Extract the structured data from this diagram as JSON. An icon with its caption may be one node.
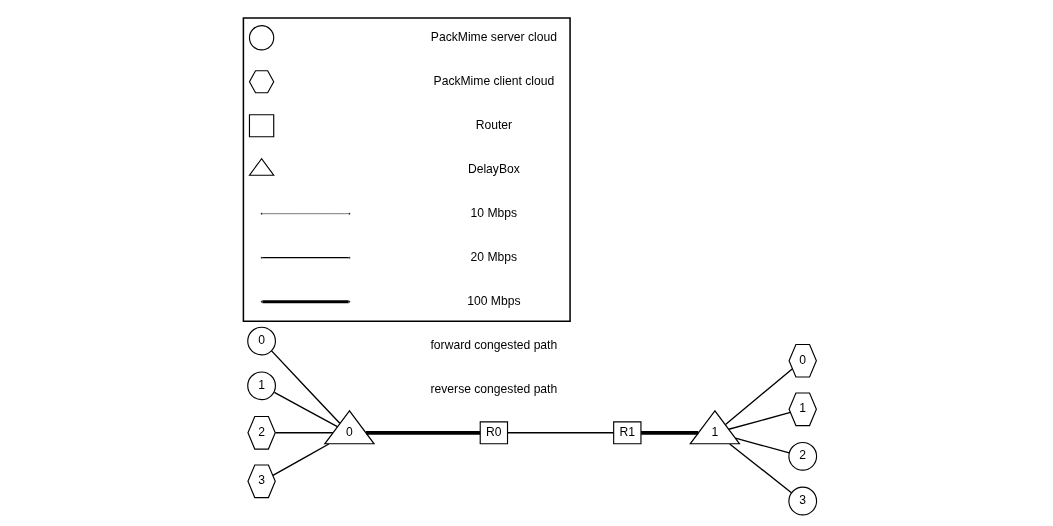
{
  "diagram": {
    "nodes": [
      {
        "text": [
          "0"
        ]
      },
      {
        "text": [
          "1"
        ]
      },
      {
        "text": [
          "2"
        ]
      },
      {
        "text": [
          "3"
        ]
      },
      {
        "text": [
          "0"
        ]
      },
      {
        "text": [
          "R0"
        ]
      },
      {
        "text": [
          "R1"
        ]
      },
      {
        "text": [
          "1"
        ]
      },
      {
        "text": [
          "0"
        ]
      },
      {
        "text": [
          "1"
        ]
      },
      {
        "text": [
          "2"
        ]
      },
      {
        "text": [
          "3"
        ]
      },
      {
        "text": [],
        "shape": "box"
      },
      {
        "text": [],
        "shape": "circle",
        "in": 12
      },
      {
        "text": [],
        "shape": "hexagon",
        "in": 12
      },
      {
        "text": [],
        "shape": "box",
        "in": 12
      },
      {
        "text": [],
        "shape": "triangle",
        "in": 12
      }
    ],
    "edges": [
      {
        "from": 0,
        "to": 4,
        "arrow": "none"
      },
      {
        "from": 1,
        "to": 4,
        "arrow": "none"
      },
      {
        "from": 2,
        "to": 4,
        "arrow": "none"
      },
      {
        "from": 3,
        "to": 4,
        "arrow": "none"
      },
      {
        "from": 4,
        "to": 5,
        "arrow": "none",
        "style": "thick"
      },
      {
        "from": 5,
        "to": 6,
        "arrow": "none"
      },
      {
        "from": 6,
        "to": 7,
        "arrow": "none",
        "style": "thick"
      },
      {
        "from": 7,
        "to": 8,
        "arrow": "none"
      },
      {
        "from": 7,
        "to": 9,
        "arrow": "none"
      },
      {
        "from": 7,
        "to": 10,
        "arrow": "none"
      },
      {
        "from": 7,
        "to": 11,
        "arrow": "none"
      }
    ],
    "labels": [
      "forward congested path",
      "reverse congested path"
    ],
    "legend": [
      {
        "text": "PackMime server cloud"
      },
      {
        "text": "PackMime client cloud"
      },
      {
        "text": "Router"
      },
      {
        "text": "DelayBox"
      },
      {
        "text": "10 Mbps"
      },
      {
        "text": "20 Mbps"
      },
      {
        "text": "100 Mbps"
      }
    ]
  }
}
